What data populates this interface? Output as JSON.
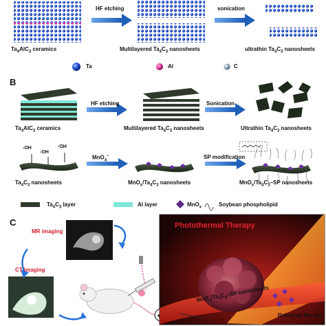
{
  "panelA": {
    "step1": "HF etching",
    "step2": "sonication",
    "cap1": "Ta4AlC3 ceramics",
    "cap2": "Multilayered Ta4C3 nanosheets",
    "cap3": "ultrathin Ta4C3 nanosheets",
    "legend": [
      {
        "label": "Ta",
        "color": "#1c4bd8"
      },
      {
        "label": "Al",
        "color": "#e0339b"
      },
      {
        "label": "C",
        "color": "#8fa3b8"
      }
    ]
  },
  "panelB": {
    "letter": "B",
    "step1": "HF etching",
    "step2": "Sonication",
    "cap1": "Ta4AlC3 ceramics",
    "cap2": "Multilayered Ta4C3 nanosheets",
    "cap3": "Ultrathin Ta4C3 nanosheets",
    "oh": "-OH",
    "mno4": "MnO4−",
    "sp": "SP modification",
    "cap4": "Ta4C3 nanosheets",
    "cap5": "MnOx/Ta4C3 nanosheets",
    "cap6": "MnOx/Ta4C3–SP nanosheets",
    "legend": [
      {
        "label": "Ta4C3 layer",
        "color": "#2f3a2c"
      },
      {
        "label": "Al layer",
        "color": "#7fe6d6"
      },
      {
        "label": "MnOx",
        "color": "#5b2a86"
      },
      {
        "label": "Soybean phospholipid",
        "color": "#6a6a6a"
      }
    ]
  },
  "panelC": {
    "letter": "C",
    "mr": "MR imaging",
    "ct": "CT imaging",
    "ptt": "Photothermal Therapy",
    "vessel": "MnOx/Ta4C3–SP nanosheets",
    "released": "Released Mn ion"
  }
}
